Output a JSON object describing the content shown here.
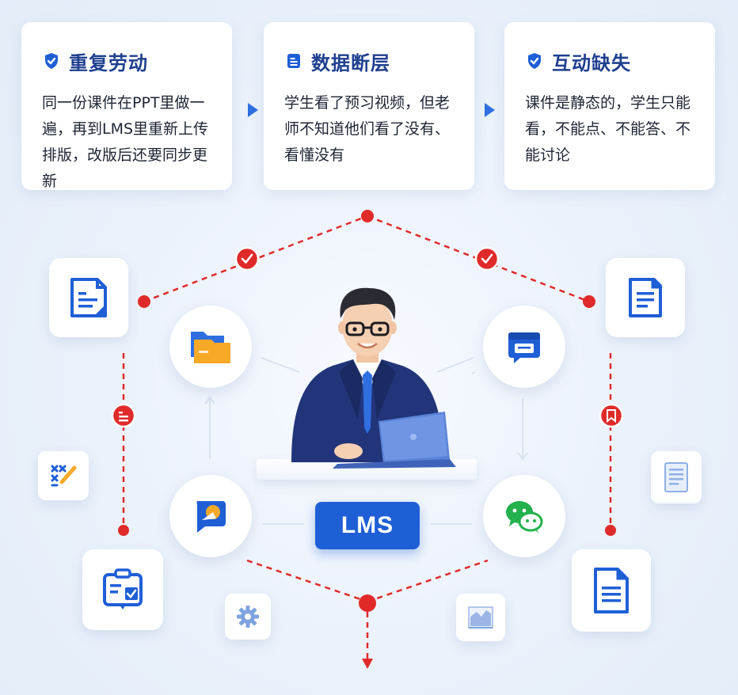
{
  "cards": [
    {
      "title": "重复劳动",
      "icon": "shield-check-icon",
      "body": "同一份课件在PPT里做一遍，再到LMS里重新上传排版，改版后还要同步更新"
    },
    {
      "title": "数据断层",
      "icon": "document-list-icon",
      "body": "学生看了预习视频，但老师不知道他们看了没有、看懂没有"
    },
    {
      "title": "互动缺失",
      "icon": "shield-check-icon",
      "body": "课件是静态的，学生只能看，不能点、不能答、不能讨论"
    }
  ],
  "center": {
    "badge_label": "LMS",
    "figure": "teacher-with-laptop-illustration"
  },
  "colors": {
    "title_blue": "#1f3f8f",
    "accent_blue": "#1f5fd6",
    "alert_red": "#e02a2a",
    "folder_orange": "#f7a928",
    "wechat_green": "#22b14c"
  },
  "nodes": {
    "top_left": "folder-icon",
    "top_right": "calendar-chat-icon",
    "bottom_left": "chat-bubble-icon",
    "bottom_right": "wechat-icon",
    "outer": [
      "document-icon",
      "document-icon",
      "checklist-icon",
      "document-icon",
      "checklist-pen-icon",
      "text-page-icon",
      "gear-icon",
      "chart-icon"
    ]
  }
}
